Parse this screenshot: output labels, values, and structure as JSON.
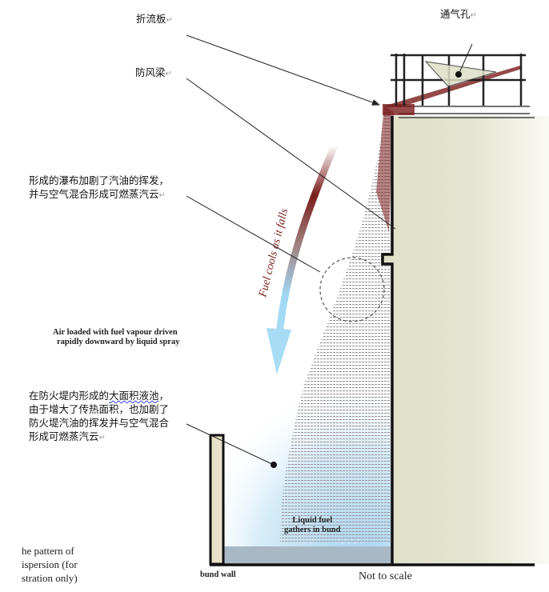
{
  "labels": {
    "baffle": "折流板",
    "wind_girder": "防风梁",
    "vent": "通气孔",
    "cascade_note": [
      "形成的瀑布加剧了汽油的挥发，",
      "并与空气混合形成可燃蒸汽云"
    ],
    "pool_note": [
      "在防火堤内形成的",
      "大面积液池",
      "，",
      "由于增大了传热面积，也加剧了",
      "防火堤汽油的挥发并与空气混合",
      "形成可燃蒸汽云"
    ],
    "paragraph_mark": "↵"
  },
  "english": {
    "fuel_cools": "Fuel cools as it falls",
    "air_loaded": [
      "Air loaded with fuel vapour driven",
      "rapidly downward by liquid spray"
    ],
    "liquid_fuel": [
      "Liquid fuel",
      "gathers in bund"
    ],
    "bund_wall": "bund wall",
    "not_to_scale": "Not to scale",
    "caption_fragment": [
      "he pattern of",
      "ispersion (for",
      "stration only)"
    ]
  },
  "colors": {
    "tank": "#dfe0c8",
    "hot_fuel": "#7a1c1c",
    "cool_fuel": "#a8d8f0",
    "pool": "#a9b8c5",
    "bund_wall": "#e8e3c8"
  }
}
